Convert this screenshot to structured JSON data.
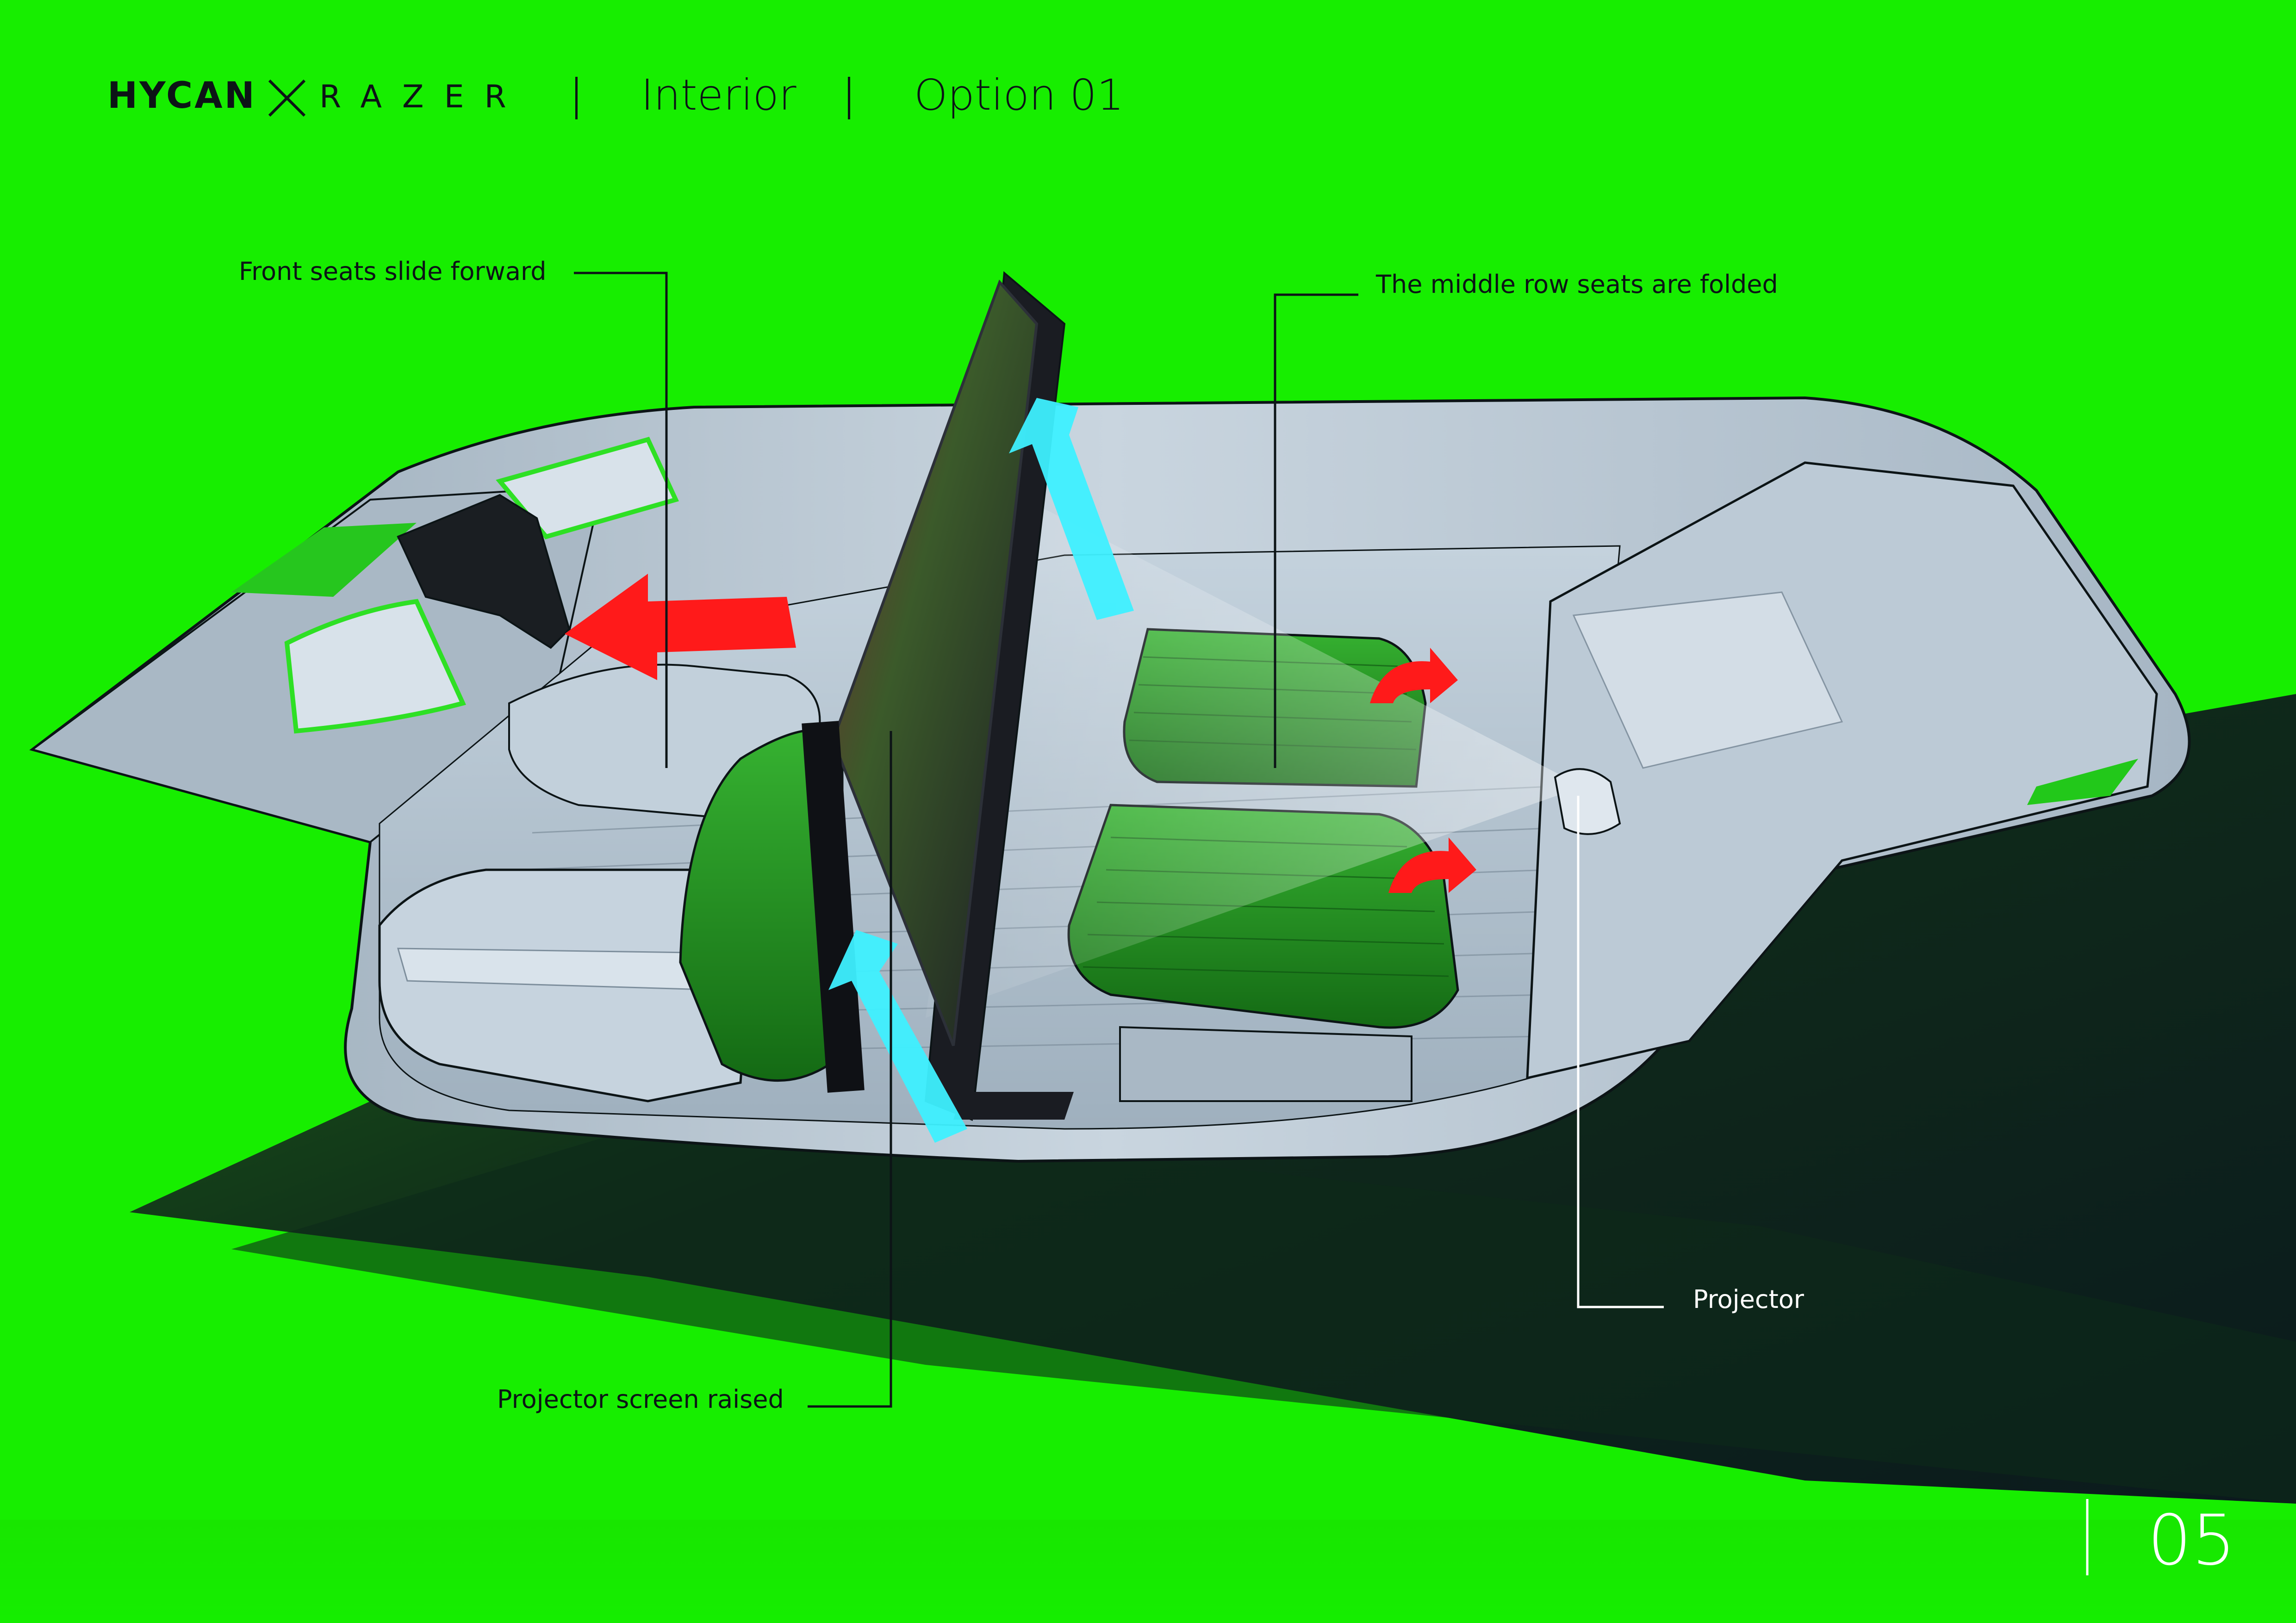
{
  "header": {
    "brand_left": "HYCAN",
    "brand_right": "RAZER",
    "section": "Interior",
    "option": "Option 01"
  },
  "annotations": {
    "front_seats": "Front seats slide forward",
    "middle_row": "The middle row seats are folded",
    "projector": "Projector",
    "projector_screen": "Projector screen raised"
  },
  "footer": {
    "page_number": "05"
  },
  "colors": {
    "background_green": "#17ee00",
    "shadow_dark": "#0d1a1a",
    "cabin_grey": "#b7c6d3",
    "seat_green": "#1f8f1d",
    "arrow_red": "#ff1a1a",
    "arrow_cyan": "#3ef0ff"
  }
}
